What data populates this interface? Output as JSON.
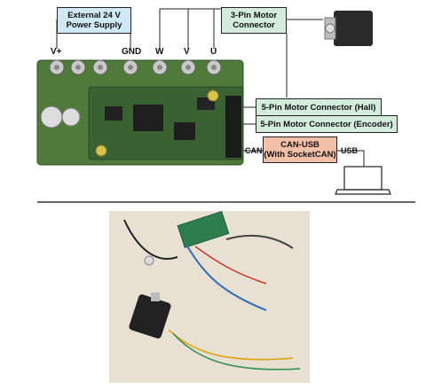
{
  "labels": {
    "power_supply": [
      "External 24 V",
      "Power Supply"
    ],
    "motor_3pin": [
      "3-Pin Motor",
      "Connector"
    ],
    "hall": "5-Pin Motor Connector (Hall)",
    "encoder": "5-Pin Motor Connector (Encoder)",
    "canusb": [
      "CAN-USB",
      "(With SocketCAN)"
    ],
    "terminals": [
      "V+",
      "GND",
      "W",
      "V",
      "U"
    ],
    "can": "CAN",
    "usb": "USB"
  },
  "colors": {
    "blue_box": "#cfe8f6",
    "green_box": "#d4ecdc",
    "salmon_box": "#f5bfa8",
    "pcb_green": "#4f7a3a",
    "pcb_dark": "#2f4f2a",
    "separator": "#333333"
  },
  "icons": [
    "stepper-motor-icon",
    "laptop-icon"
  ]
}
